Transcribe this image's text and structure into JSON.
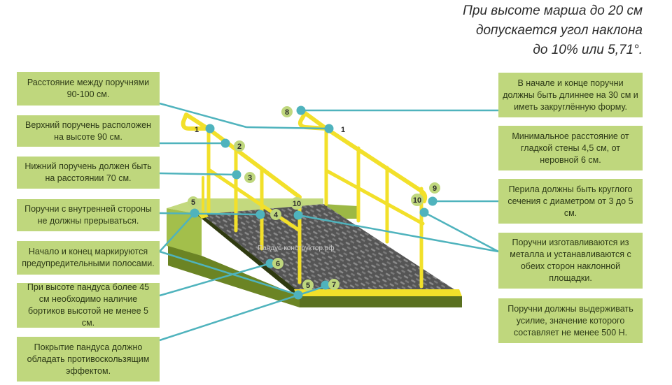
{
  "header_note": [
    "При высоте марша до 20 см",
    "допускается угол наклона",
    "до 10% или 5,71°."
  ],
  "left_boxes": [
    "Расстояние между поручнями 90-100 см.",
    "Верхний поручень расположен на высоте 90 см.",
    "Нижний поручень должен быть на расстоянии 70 см.",
    "Поручни с внутренней стороны не должны прерываться.",
    "Начало и конец маркируются предупредительными полосами.",
    "При высоте пандуса более 45 см необходимо наличие бортиков высотой не менее 5 см.",
    "Покрытие пандуса должно обладать противоскользящим эффектом."
  ],
  "right_boxes": [
    "В начале и конце поручни должны быть длиннее на 30 см и иметь закруглённую форму.",
    "Минимальное расстояние от гладкой стены 4,5 см, от неровной 6 см.",
    "Перила должны быть круглого сечения с диаметром от 3 до 5 см.",
    "Поручни изготавливаются из металла и устанавливаются с обеих сторон наклонной площадки.",
    "Поручни должны выдерживать усилие, значение которого составляет не менее 500 Н."
  ],
  "markers": [
    "1",
    "1",
    "2",
    "3",
    "4",
    "5",
    "5",
    "6",
    "7",
    "8",
    "9",
    "10",
    "10"
  ],
  "watermark": "Пандус-конструктор.рф",
  "colors": {
    "box": "#bfd77d",
    "connector": "#4fb3bd",
    "rail": "#f2e02a",
    "platform": "#a7c24d",
    "ramp": "#5d5d5d"
  }
}
